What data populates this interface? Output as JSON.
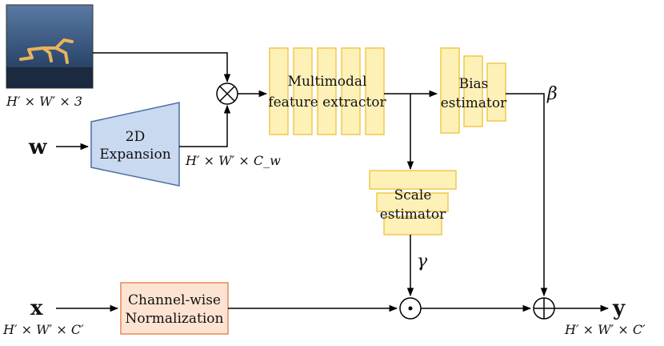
{
  "input_image": {
    "caption": "H′ × W′ × 3",
    "icon": "robot-walker-image"
  },
  "w_input": {
    "label": "w"
  },
  "expansion": {
    "line1": "2D",
    "line2": "Expansion",
    "output_shape": "H′ × W′ × C_w"
  },
  "multiply_op": {
    "symbol": "⊗"
  },
  "feature_extractor": {
    "line1": "Multimodal",
    "line2": "feature extractor"
  },
  "bias_estimator": {
    "line1": "Bias",
    "line2": "estimator",
    "output": "β"
  },
  "scale_estimator": {
    "line1": "Scale",
    "line2": "estimator",
    "output": "γ"
  },
  "x_input": {
    "label": "x",
    "shape": "H′ × W′ × C′"
  },
  "normalization": {
    "line1": "Channel-wise",
    "line2": "Normalization"
  },
  "hadamard_op": {
    "symbol": "⊙"
  },
  "add_op": {
    "symbol": "⊕"
  },
  "y_output": {
    "label": "y",
    "shape": "H′ × W′ × C′"
  },
  "colors": {
    "yellow_fill": "#fdf1b8",
    "yellow_stroke": "#f2c84b",
    "blue_fill": "#c8d9f0",
    "blue_stroke": "#4a6fa5",
    "orange_fill": "#fde3d2",
    "orange_stroke": "#e58a55"
  }
}
